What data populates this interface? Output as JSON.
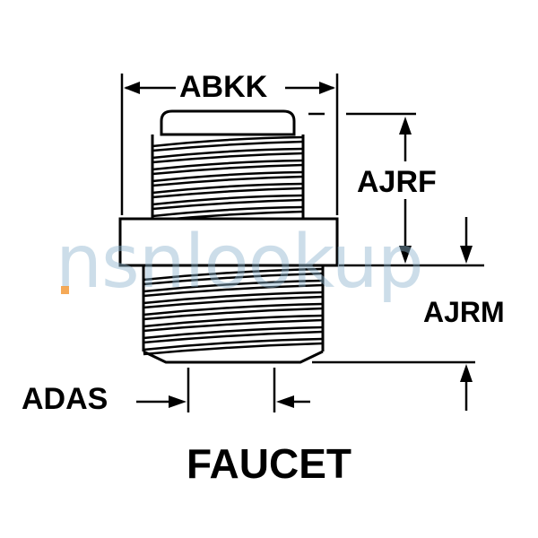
{
  "figure": {
    "title": "FAUCET",
    "watermark": "nsnlookup"
  },
  "dimensions": [
    {
      "code": "ABKK"
    },
    {
      "code": "AJRF"
    },
    {
      "code": "AJRM"
    },
    {
      "code": "ADAS"
    }
  ],
  "colors": {
    "line": "#000000",
    "thread_hatch": "#000000",
    "watermark": "#8fb6cf",
    "watermark_dot": "#f39a3a"
  }
}
